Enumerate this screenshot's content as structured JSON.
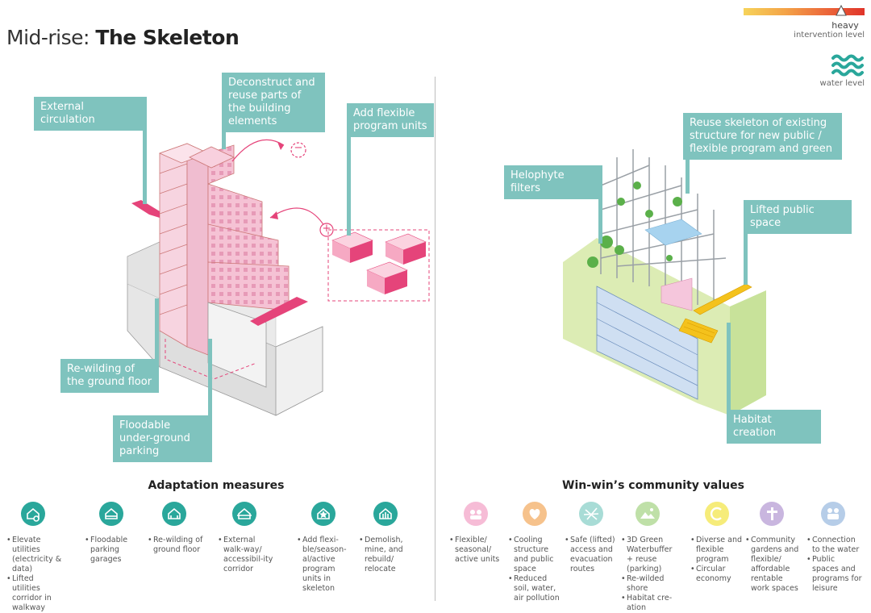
{
  "header": {
    "title_prefix": "Mid-rise: ",
    "title_main": "The Skeleton"
  },
  "legend": {
    "intervention_word": "heavy",
    "intervention_label": "intervention level",
    "water_label": "water level",
    "gradient_colors": [
      "#f6d35a",
      "#f4a548",
      "#ec6a3b",
      "#e0342a"
    ],
    "water_icon": "waves-icon"
  },
  "callouts_left": {
    "external_circulation": "External circulation",
    "deconstruct": "Deconstruct and reuse parts of the building elements",
    "add_flexible": "Add flexible program units",
    "rewilding": "Re-wilding of the ground floor",
    "floodable": "Floodable under-ground parking"
  },
  "callouts_right": {
    "reuse_skeleton": "Reuse skeleton of existing structure for new public / flexible program and green",
    "helophyte": "Helophyte filters",
    "lifted_public": "Lifted public space",
    "habitat": "Habitat creation"
  },
  "symbols": {
    "minus": "−",
    "plus": "+"
  },
  "adaptation": {
    "heading": "Adaptation measures",
    "color": "#2aa79b",
    "items": [
      {
        "icon": "gear-house-icon",
        "lines": [
          "Elevate utilities (electricity & data)",
          "Lifted utilities corridor in walkway"
        ]
      },
      {
        "icon": "parking-house-icon",
        "lines": [
          "Floodable parking garages"
        ]
      },
      {
        "icon": "wild-house-icon",
        "lines": [
          "Re-wilding of ground floor"
        ]
      },
      {
        "icon": "walkway-house-icon",
        "lines": [
          "External walk-way/ accessibil-ity corridor"
        ]
      },
      {
        "icon": "star-house-icon",
        "lines": [
          "Add flexi-ble/season-al/active program units in skeleton"
        ]
      },
      {
        "icon": "grid-house-icon",
        "lines": [
          "Demolish, mine, and rebuild/ relocate"
        ]
      }
    ]
  },
  "community": {
    "heading": "Win-win’s community values",
    "items": [
      {
        "icon": "people-icon",
        "color": "#f6bcd6",
        "lines": [
          "Flexible/ seasonal/ active units"
        ]
      },
      {
        "icon": "heart-icon",
        "color": "#f6c28c",
        "lines": [
          "Cooling structure and public space",
          "Reduced soil, water, air pollution"
        ]
      },
      {
        "icon": "route-icon",
        "color": "#a8dcd6",
        "lines": [
          "Safe (lifted) access and evacuation routes"
        ]
      },
      {
        "icon": "landscape-icon",
        "color": "#bfe0a8",
        "lines": [
          "3D Green Waterbuffer + reuse (parking)",
          "Re-wilded shore",
          "Habitat cre-ation"
        ]
      },
      {
        "icon": "circular-icon",
        "color": "#f6ec7a",
        "lines": [
          "Diverse and flexible program",
          "Circular economy"
        ]
      },
      {
        "icon": "cross-icon",
        "color": "#c9b6df",
        "lines": [
          "Community gardens and flexible/ affordable rentable work spaces"
        ]
      },
      {
        "icon": "people-water-icon",
        "color": "#b6cde8",
        "lines": [
          "Connection to the water",
          "Public spaces and programs for leisure"
        ]
      }
    ]
  }
}
